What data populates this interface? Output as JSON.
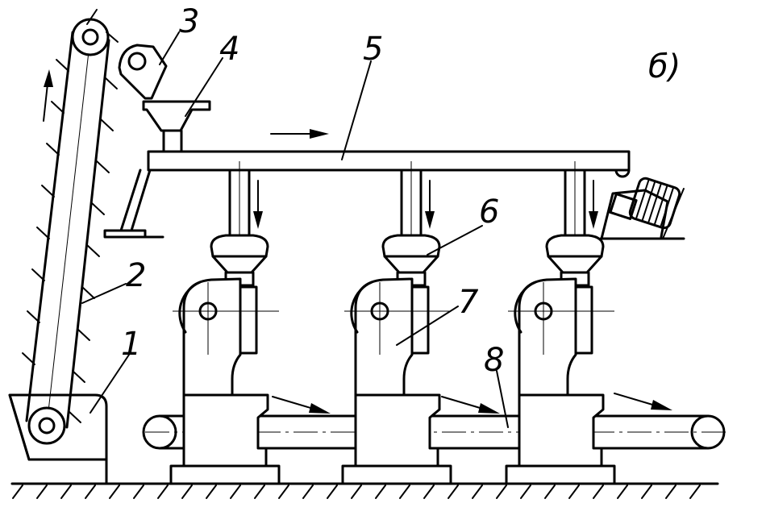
{
  "diagram": {
    "labels": {
      "l1": "1",
      "l2": "2",
      "l3": "3",
      "l4": "4",
      "l5": "5",
      "l6": "6",
      "l7": "7",
      "l8": "8",
      "variant": "б)"
    },
    "colors": {
      "stroke": "#000000",
      "background": "#ffffff"
    }
  }
}
